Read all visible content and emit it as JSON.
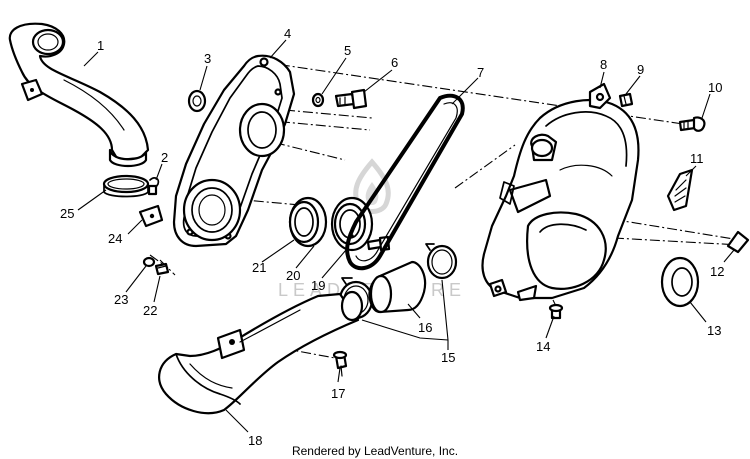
{
  "callouts": [
    {
      "id": "1",
      "label": "1"
    },
    {
      "id": "2",
      "label": "2"
    },
    {
      "id": "3",
      "label": "3"
    },
    {
      "id": "4",
      "label": "4"
    },
    {
      "id": "5",
      "label": "5"
    },
    {
      "id": "6",
      "label": "6"
    },
    {
      "id": "7",
      "label": "7"
    },
    {
      "id": "8",
      "label": "8"
    },
    {
      "id": "9",
      "label": "9"
    },
    {
      "id": "10",
      "label": "10"
    },
    {
      "id": "11",
      "label": "11"
    },
    {
      "id": "12",
      "label": "12"
    },
    {
      "id": "13",
      "label": "13"
    },
    {
      "id": "14",
      "label": "14"
    },
    {
      "id": "15",
      "label": "15"
    },
    {
      "id": "16",
      "label": "16"
    },
    {
      "id": "17",
      "label": "17"
    },
    {
      "id": "18",
      "label": "18"
    },
    {
      "id": "19",
      "label": "19"
    },
    {
      "id": "20",
      "label": "20"
    },
    {
      "id": "21",
      "label": "21"
    },
    {
      "id": "22",
      "label": "22"
    },
    {
      "id": "23",
      "label": "23"
    },
    {
      "id": "24",
      "label": "24"
    },
    {
      "id": "25",
      "label": "25"
    }
  ],
  "watermark": "LEADVENTURE",
  "footer": "Rendered by LeadVenture, Inc."
}
